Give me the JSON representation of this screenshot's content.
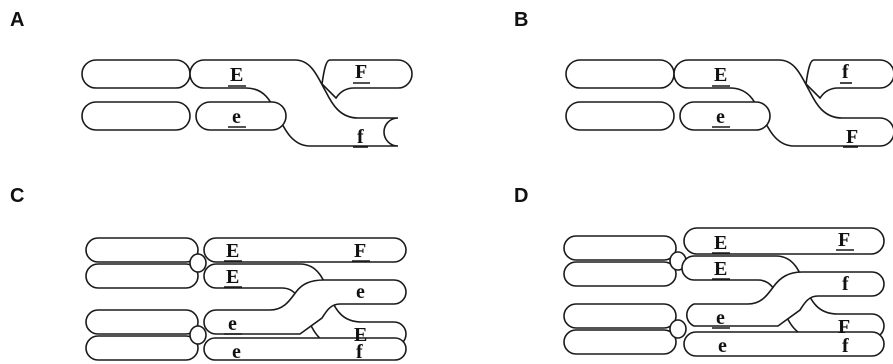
{
  "panels": {
    "A": {
      "label": "A",
      "genes": [
        "E",
        "F",
        "e",
        "f"
      ]
    },
    "B": {
      "label": "B",
      "genes": [
        "E",
        "f",
        "e",
        "F"
      ]
    },
    "C": {
      "label": "C",
      "genes": [
        "E",
        "F",
        "E",
        "e",
        "e",
        "E",
        "e",
        "f"
      ]
    },
    "D": {
      "label": "D",
      "genes": [
        "E",
        "F",
        "E",
        "f",
        "e",
        "F",
        "e",
        "f"
      ]
    }
  },
  "colors": {
    "ink": "#1a1a1a",
    "background": "#ffffff"
  }
}
